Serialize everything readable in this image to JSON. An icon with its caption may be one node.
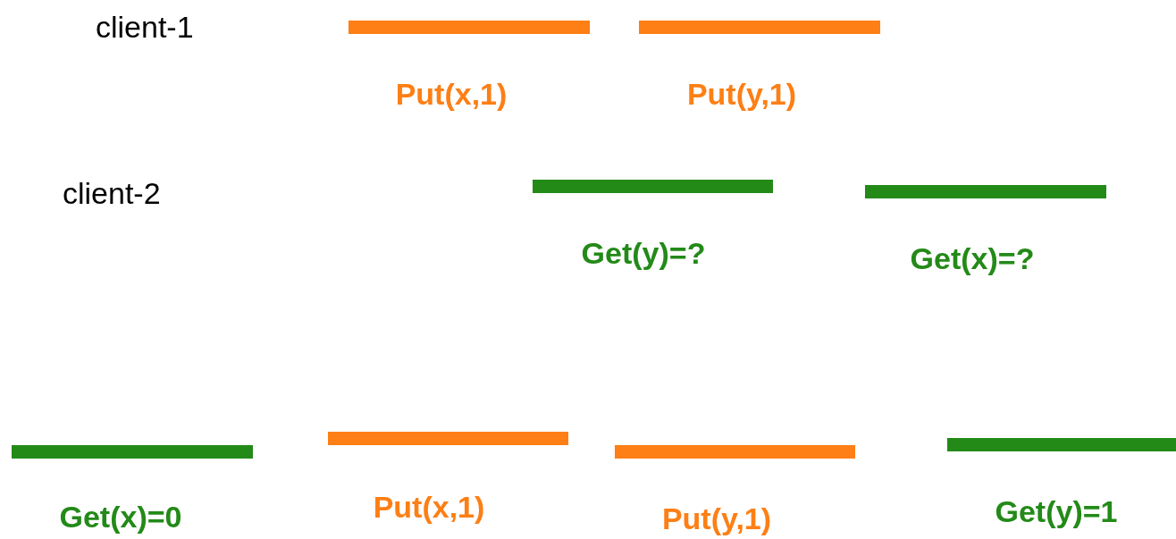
{
  "diagram": {
    "nodes": [
      {
        "text": [
          "Put(x,1)"
        ]
      },
      {
        "text": [
          "Put(y,1)"
        ]
      },
      {
        "text": [
          "Get(y)=?"
        ]
      },
      {
        "text": [
          "Get(x)=?"
        ]
      },
      {
        "text": [
          "Get(x)=0"
        ]
      },
      {
        "text": [
          "Put(x,1)"
        ]
      },
      {
        "text": [
          "Put(y,1)"
        ]
      },
      {
        "text": [
          "Get(y)=1"
        ]
      }
    ],
    "labels": [
      "client-1",
      "client-2"
    ]
  }
}
